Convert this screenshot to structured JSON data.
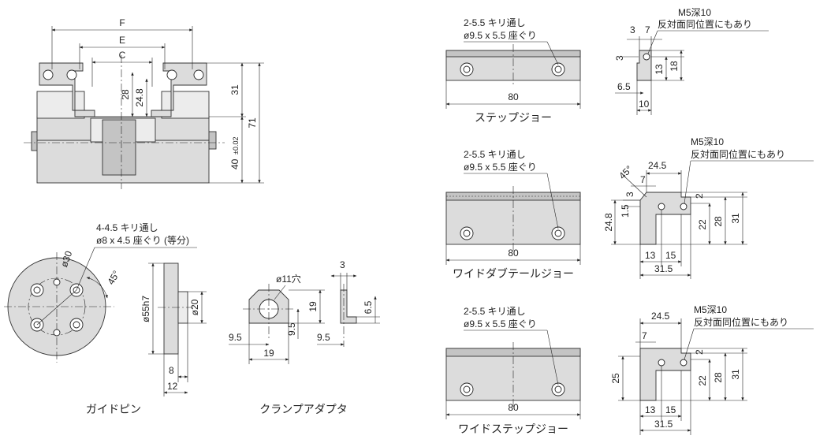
{
  "vise": {
    "dims": {
      "F": "F",
      "E": "E",
      "C": "C",
      "d28": "28",
      "d24_8": "24.8",
      "d31": "31",
      "d71": "71",
      "d40": "40",
      "tol": "±0.02"
    }
  },
  "guide_pin": {
    "caption": "ガイドピン",
    "note1": "4-4.5 キリ通し",
    "note2": "ø8 x 4.5 座ぐり (等分)",
    "dims": {
      "dia30": "ø30",
      "angle": "45°",
      "dia55": "ø55h7",
      "dia20": "ø20",
      "d8": "8",
      "d12": "12"
    }
  },
  "clamp_adapter": {
    "caption": "クランプアダプタ",
    "dims": {
      "hole": "ø11穴",
      "d19v": "19",
      "d9_5a": "9.5",
      "d9_5b": "9.5",
      "d19h": "19",
      "d3": "3",
      "d6_5": "6.5",
      "d9_5c": "9.5"
    }
  },
  "step_jaw": {
    "caption": "ステップジョー",
    "note1": "2-5.5 キリ通し",
    "note2": "ø9.5 x 5.5 座ぐり",
    "side_note1": "M5深10",
    "side_note2": "反対面同位置にもあり",
    "dims": {
      "d80": "80",
      "d3a": "3",
      "d7": "7",
      "d3b": "3",
      "d13": "13",
      "d18": "18",
      "d6_5": "6.5",
      "d10": "10"
    }
  },
  "wide_dovetail_jaw": {
    "caption": "ワイドダブテールジョー",
    "note1": "2-5.5 キリ通し",
    "note2": "ø9.5 x 5.5 座ぐり",
    "side_note1": "M5深10",
    "side_note2": "反対面同位置にもあり",
    "dims": {
      "d80": "80",
      "angle": "45°",
      "d24_5": "24.5",
      "d7": "7",
      "d3": "3",
      "d1_5": "1.5",
      "d2": "2",
      "d24_8": "24.8",
      "d22": "22",
      "d28": "28",
      "d31": "31",
      "d13": "13",
      "d15": "15",
      "d31_5": "31.5"
    }
  },
  "wide_step_jaw": {
    "caption": "ワイドステップジョー",
    "note1": "2-5.5 キリ通し",
    "note2": "ø9.5 x 5.5 座ぐり",
    "side_note1": "M5深10",
    "side_note2": "反対面同位置にもあり",
    "dims": {
      "d80": "80",
      "d24_5": "24.5",
      "d7": "7",
      "d2": "2",
      "d25": "25",
      "d22": "22",
      "d28": "28",
      "d31": "31",
      "d13": "13",
      "d15": "15",
      "d31_5": "31.5"
    }
  }
}
